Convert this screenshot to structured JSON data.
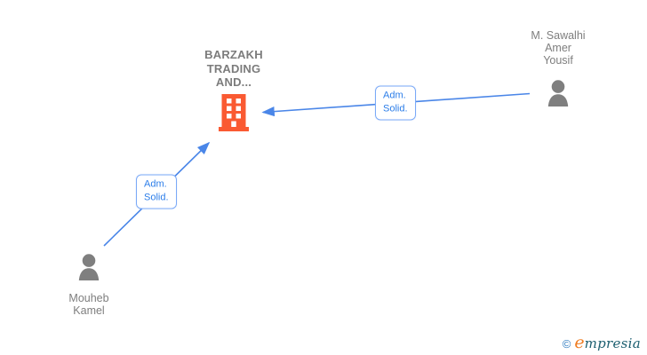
{
  "canvas": {
    "background": "#ffffff"
  },
  "company": {
    "name_lines": [
      "BARZAKH",
      "TRADING",
      "AND..."
    ],
    "icon": "building-icon",
    "icon_color": "#fa5a32"
  },
  "persons": {
    "sawalhi": {
      "name_lines": [
        "M. Sawalhi",
        "Amer",
        "Yousif"
      ],
      "icon": "person-icon"
    },
    "mouheb": {
      "name_lines": [
        "Mouheb",
        "Kamel"
      ],
      "icon": "person-icon"
    }
  },
  "edges": {
    "sawalhi_to_company": {
      "label_lines": [
        "Adm.",
        "Solid."
      ],
      "from": "M. Sawalhi Amer Yousif",
      "to": "BARZAKH TRADING AND..."
    },
    "mouheb_to_company": {
      "label_lines": [
        "Adm.",
        "Solid."
      ],
      "from": "Mouheb Kamel",
      "to": "BARZAKH TRADING AND..."
    }
  },
  "colors": {
    "node_text": "#7e7e7e",
    "person_icon": "#7f7f7f",
    "building_icon": "#fa5a32",
    "edge_line": "#4a86e8",
    "edge_label_text": "#2b7de9",
    "edge_label_border": "#7baaf7",
    "brand_initial": "#ef7d23",
    "brand_rest": "#1d5f70",
    "copyright": "#2e7bc0"
  },
  "footer": {
    "copyright": "©",
    "brand_initial": "e",
    "brand_rest": "mpresia"
  }
}
